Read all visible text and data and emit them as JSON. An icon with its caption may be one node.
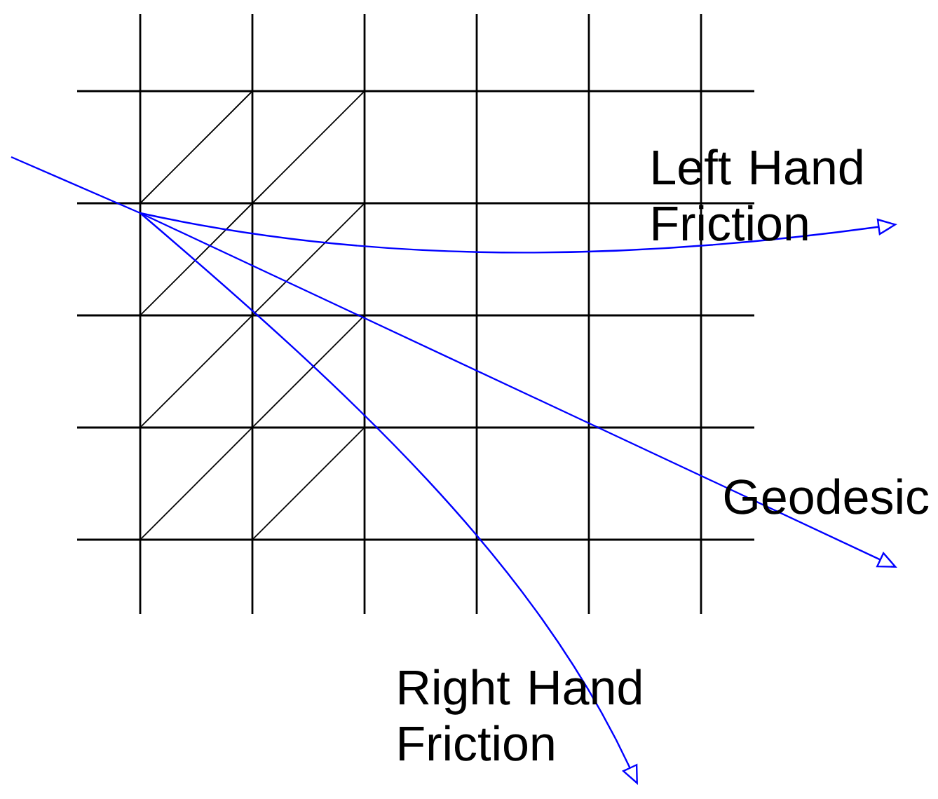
{
  "diagram": {
    "labels": [
      "Left Hand Friction",
      "Geodesic",
      "Right Hand Friction"
    ]
  }
}
